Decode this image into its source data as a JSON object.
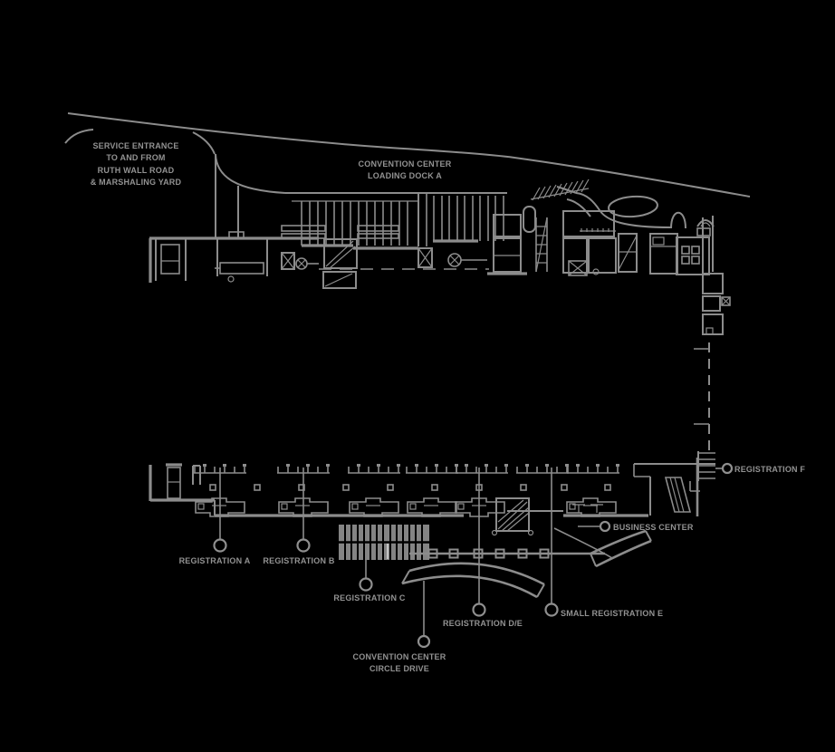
{
  "colors": {
    "background": "#000000",
    "line": "#8c8c8c",
    "text": "#929292",
    "hatch_fill": "#848484"
  },
  "labels": {
    "service_entrance_1": "SERVICE ENTRANCE",
    "service_entrance_2": "TO AND FROM",
    "service_entrance_3": "RUTH WALL ROAD",
    "service_entrance_4": "& MARSHALING YARD",
    "loading_dock_1": "CONVENTION CENTER",
    "loading_dock_2": "LOADING DOCK A",
    "registration_a": "REGISTRATION A",
    "registration_b": "REGISTRATION B",
    "registration_c": "REGISTRATION C",
    "registration_de": "REGISTRATION D/E",
    "small_registration_e": "SMALL REGISTRATION E",
    "registration_f": "REGISTRATION F",
    "business_center": "BUSINESS CENTER",
    "circle_drive_1": "CONVENTION CENTER",
    "circle_drive_2": "CIRCLE DRIVE"
  }
}
